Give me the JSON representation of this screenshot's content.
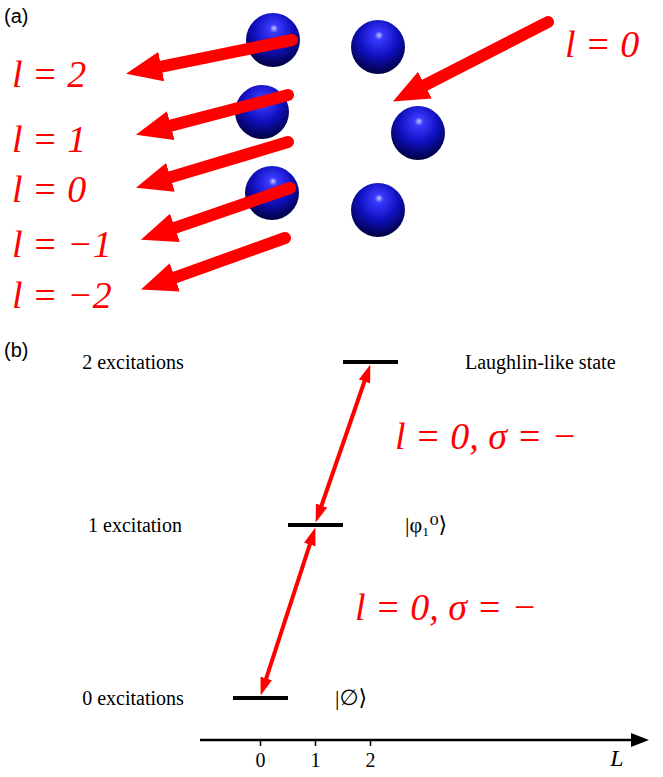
{
  "diagram": {
    "nodes": [
      {
        "text": [
          "Laughlin-like state"
        ]
      },
      {
        "text": [
          "|φ₁⁰⟩"
        ]
      },
      {
        "text": [
          "|∅⟩"
        ]
      }
    ],
    "edges": [
      {
        "from": 1,
        "to": 0,
        "arrow": "both",
        "label": "l = 0, σ = −"
      },
      {
        "from": 2,
        "to": 1,
        "arrow": "both",
        "label": "l = 0, σ = −"
      }
    ],
    "labels": [
      "(a)",
      "l = 2",
      "l = 1",
      "l = 0",
      "l = −1",
      "l = −2",
      "l = 0",
      "(b)",
      "2 excitations",
      "1 excitation",
      "0 excitations",
      "0",
      "1",
      "2",
      "L"
    ]
  }
}
